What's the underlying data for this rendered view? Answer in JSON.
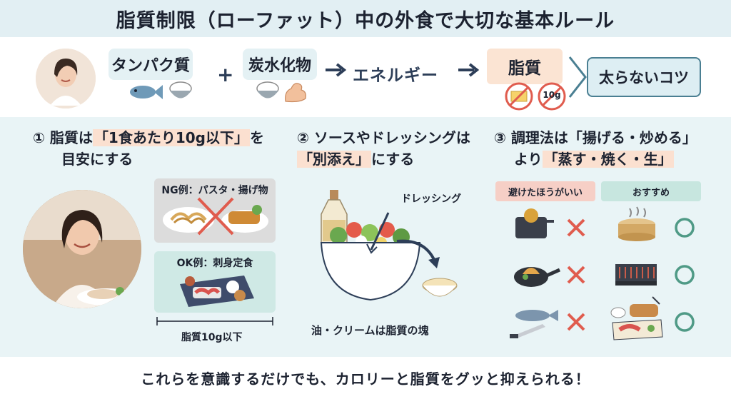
{
  "title": "脂質制限（ローファット）中の外食で大切な基本ルール",
  "formula": {
    "protein": "タンパク質",
    "plus": "+",
    "carbs": "炭水化物",
    "energy": "エネルギー",
    "fat": "脂質",
    "fat_badge": "10g",
    "result": "太らないコツ"
  },
  "rule1": {
    "line1_pre": "① 脂質は",
    "line1_hl": "「1食あたり10g以下」",
    "line1_post": "を",
    "line2": "目安にする",
    "ng_label": "NG例：パスタ・揚げ物",
    "ok_label": "OK例：刺身定食",
    "bracket_label": "脂質10g以下"
  },
  "rule2": {
    "line1": "② ソースやドレッシングは",
    "line2_hl": "「別添え」",
    "line2_post": "にする",
    "dressing_label": "ドレッシング",
    "oil_label": "油・クリームは脂質の塊"
  },
  "rule3": {
    "line1_pre": "③ 調理法は",
    "line1_hl": "「揚げる・炒める」",
    "line2_pre": "より",
    "line2_hl": "「蒸す・焼く・生」",
    "avoid_label": "避けたほうがいい",
    "recommend_label": "おすすめ"
  },
  "footer": "これらを意識するだけでも、カロリーと脂質をグッと抑えられる！",
  "colors": {
    "accent_teal": "#4a7f92",
    "highlight": "#fbe0d0",
    "cross": "#e05c4e",
    "circle": "#4f9a86",
    "navy": "#2d3e58"
  }
}
